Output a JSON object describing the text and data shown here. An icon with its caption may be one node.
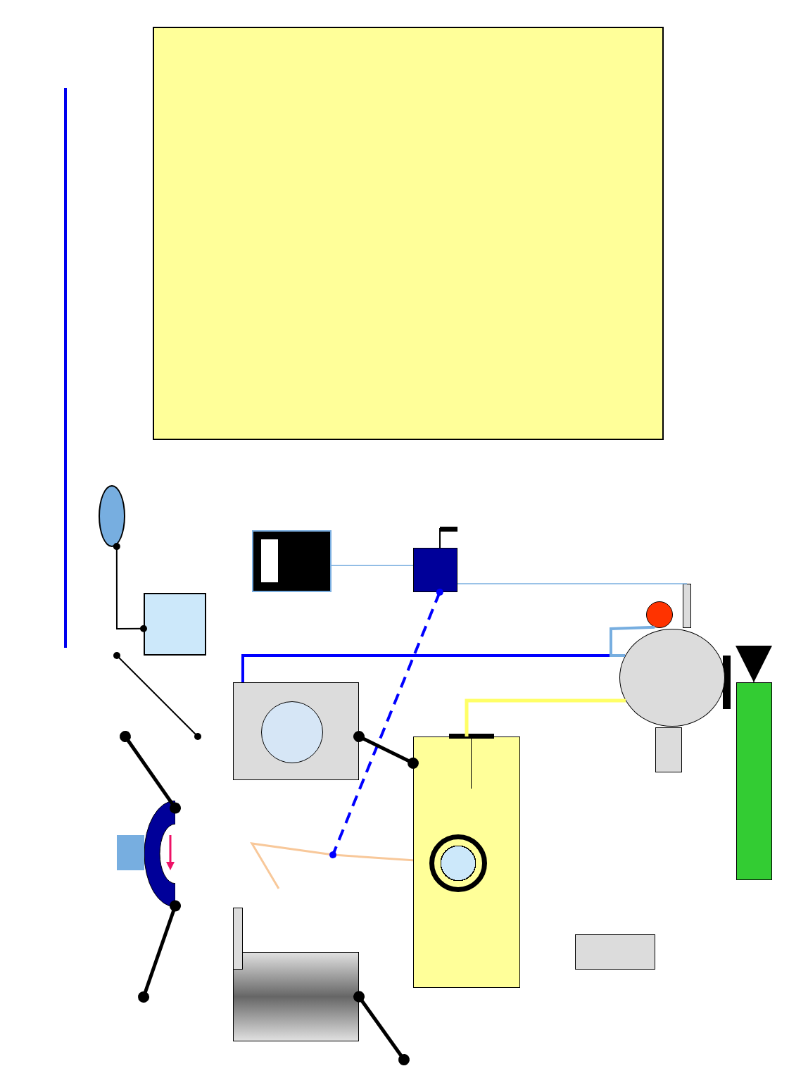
{
  "diagram": {
    "nodes": [
      {
        "text": [],
        "shape": "box"
      },
      {
        "text": [],
        "shape": "circle"
      },
      {
        "text": [],
        "shape": "box"
      },
      {
        "text": [],
        "shape": "box"
      },
      {
        "text": [],
        "shape": "bar"
      },
      {
        "text": [],
        "shape": "box"
      },
      {
        "text": [],
        "shape": "circle"
      },
      {
        "text": [],
        "shape": "circle"
      },
      {
        "text": [],
        "shape": "box"
      },
      {
        "text": [],
        "shape": "circle",
        "in": 8
      },
      {
        "text": [],
        "shape": "box"
      },
      {
        "text": [],
        "shape": "box"
      },
      {
        "text": [],
        "shape": "bar"
      },
      {
        "text": [],
        "shape": "arc"
      },
      {
        "text": [],
        "shape": "box"
      },
      {
        "text": [],
        "shape": "circle",
        "in": 10
      },
      {
        "text": [],
        "shape": "bar"
      },
      {
        "text": [],
        "shape": "box"
      },
      {
        "text": [],
        "shape": "box"
      }
    ],
    "edges": [
      {
        "from": 2,
        "to": 3,
        "arrow": "none",
        "color": "#7aaee0"
      },
      {
        "from": 3,
        "to": 4,
        "arrow": "none",
        "color": "#7aaee0"
      },
      {
        "from": 3,
        "to": null,
        "arrow": "other",
        "style": "dashed",
        "color": "#0000ff"
      },
      {
        "from": 8,
        "to": 7,
        "arrow": "none",
        "color": "#0000ff"
      },
      {
        "from": 10,
        "to": 7,
        "arrow": "none",
        "color": "#ffff66"
      },
      {
        "from": 8,
        "to": 10,
        "arrow": "other",
        "color": "#000000"
      },
      {
        "from": 1,
        "to": 5,
        "arrow": "other",
        "color": "#000000"
      },
      {
        "from": null,
        "to": 13,
        "arrow": "other",
        "color": "#000000"
      },
      {
        "from": 13,
        "to": null,
        "arrow": "other",
        "color": "#000000"
      },
      {
        "from": 18,
        "to": null,
        "arrow": "other",
        "color": "#000000"
      },
      {
        "from": 7,
        "to": 6,
        "arrow": "none",
        "color": "#77aee0"
      },
      {
        "from": null,
        "to": 12,
        "arrow": "to",
        "color": "#000000"
      }
    ]
  }
}
